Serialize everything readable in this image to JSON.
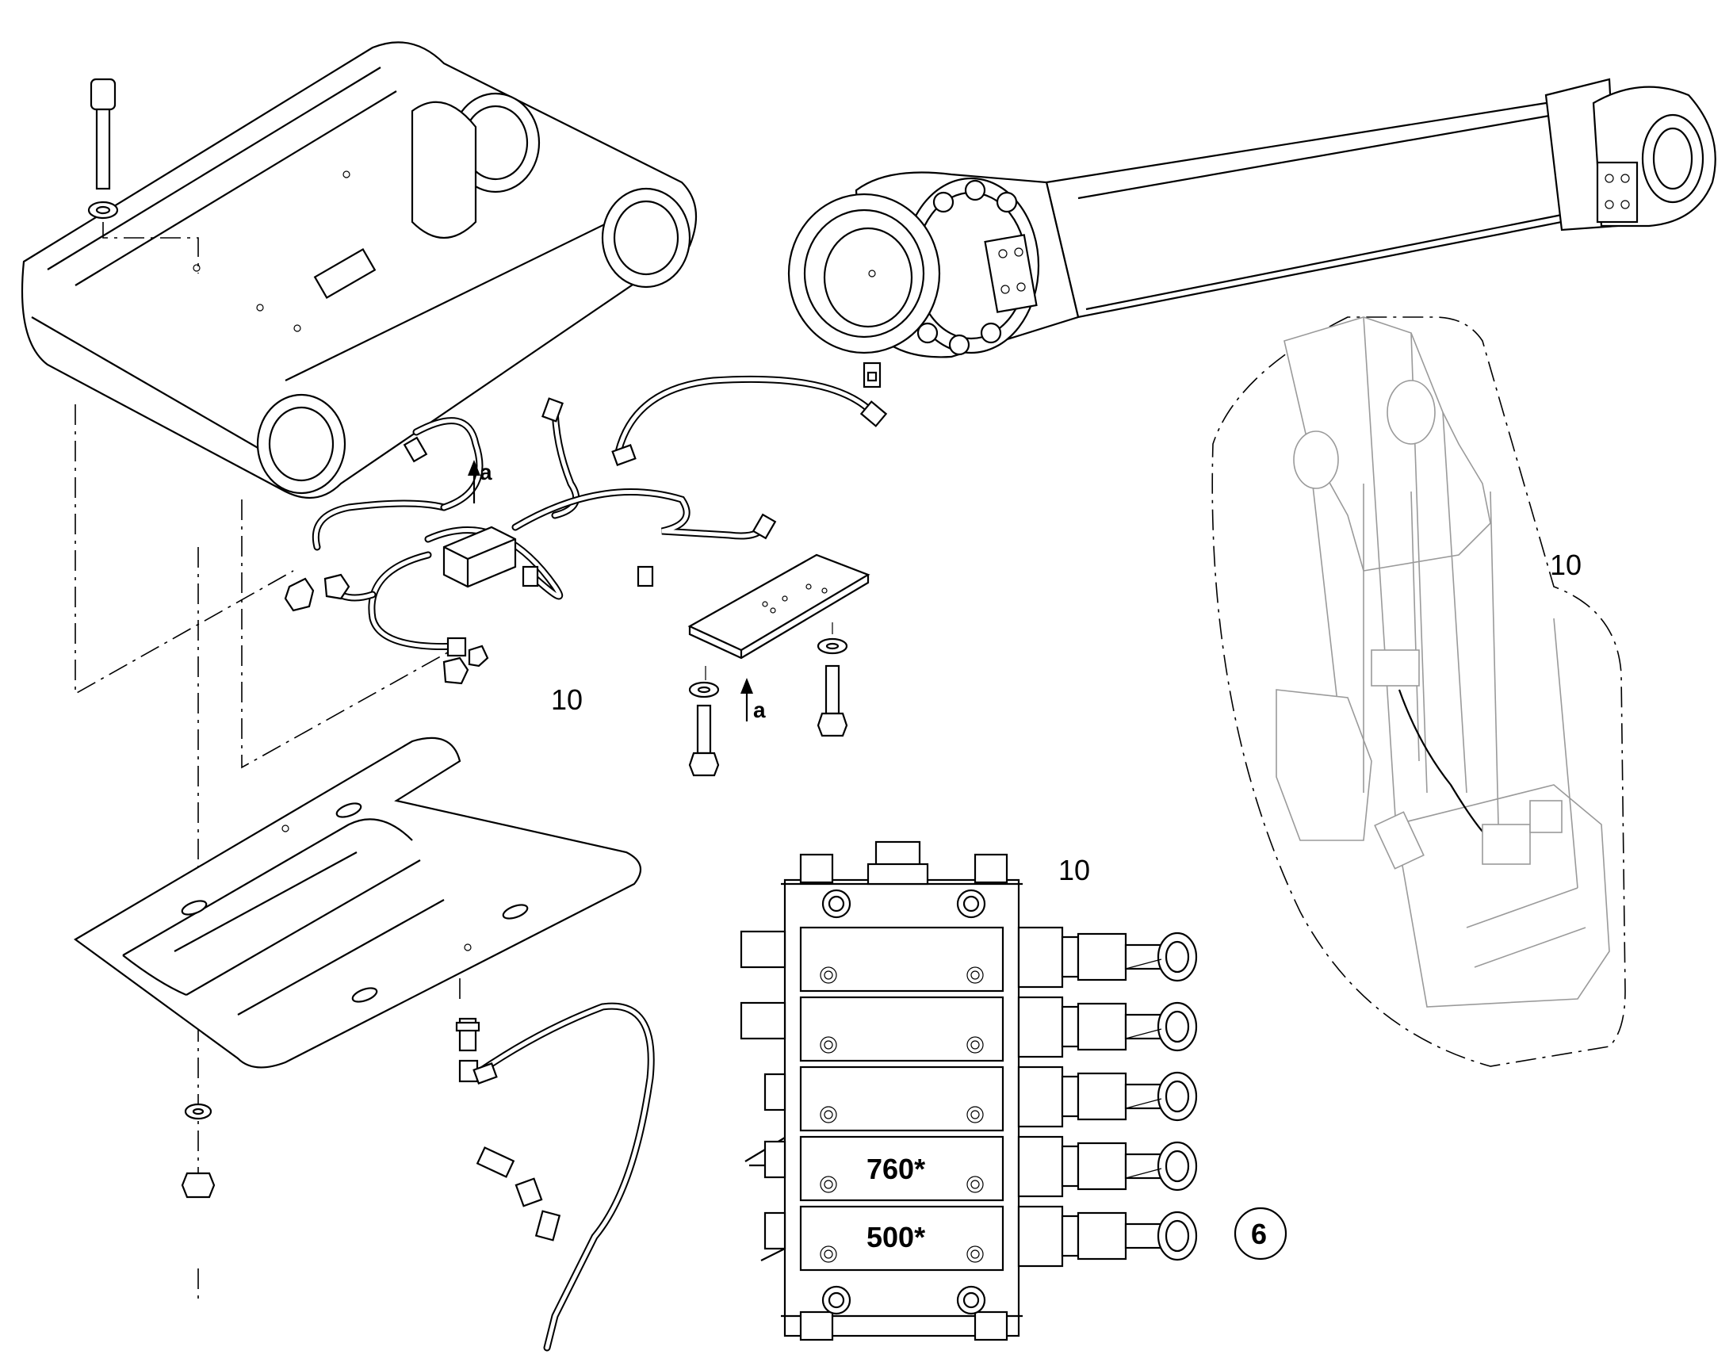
{
  "labels": {
    "ref_pivot_block": "10",
    "ref_boom_detail": "10",
    "ref_valve_block": "10",
    "arrow_a_upper": "a",
    "arrow_a_lower": "a",
    "valve_section_4": "760*",
    "valve_section_5": "500*",
    "callout_6": "6"
  }
}
